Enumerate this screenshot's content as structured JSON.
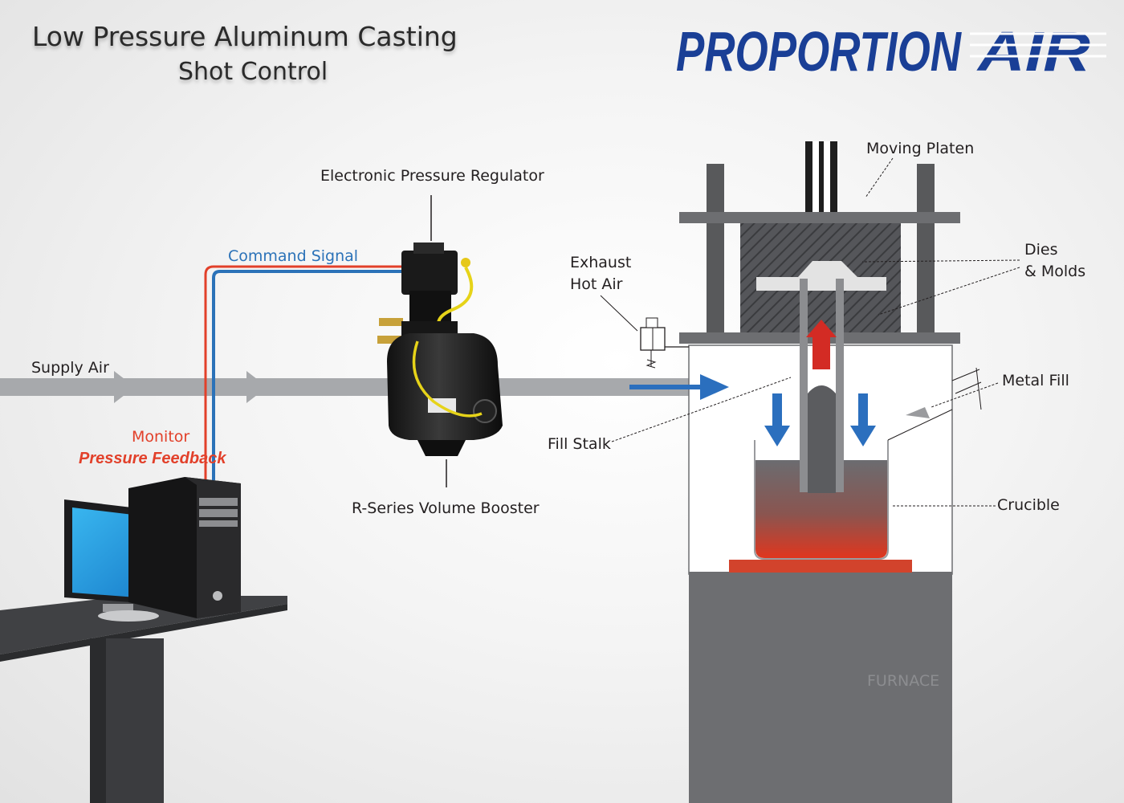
{
  "title": {
    "line1": "Low Pressure Aluminum Casting",
    "line2": "Shot Control"
  },
  "logo": {
    "word1": "PROPORTION",
    "word2": "AIR",
    "color": "#1a3f96"
  },
  "labels": {
    "electronic_pressure_regulator": "Electronic Pressure Regulator",
    "command_signal": "Command Signal",
    "supply_air": "Supply Air",
    "monitor": "Monitor",
    "pressure_feedback": "Pressure Feedback",
    "r_series_volume_booster": "R-Series Volume Booster",
    "exhaust_line1": "Exhaust",
    "exhaust_line2": "Hot Air",
    "moving_platen": "Moving Platen",
    "dies_line1": "Dies",
    "dies_line2": "& Molds",
    "metal_fill": "Metal Fill",
    "fill_stalk": "Fill Stalk",
    "crucible": "Crucible",
    "furnace": "FURNACE"
  },
  "colors": {
    "command_line": "#2b72b8",
    "feedback_line": "#e2402a",
    "supply_pipe": "#a7a9ac",
    "frame": "#6d6e71",
    "molten_metal": "#d2432c"
  }
}
